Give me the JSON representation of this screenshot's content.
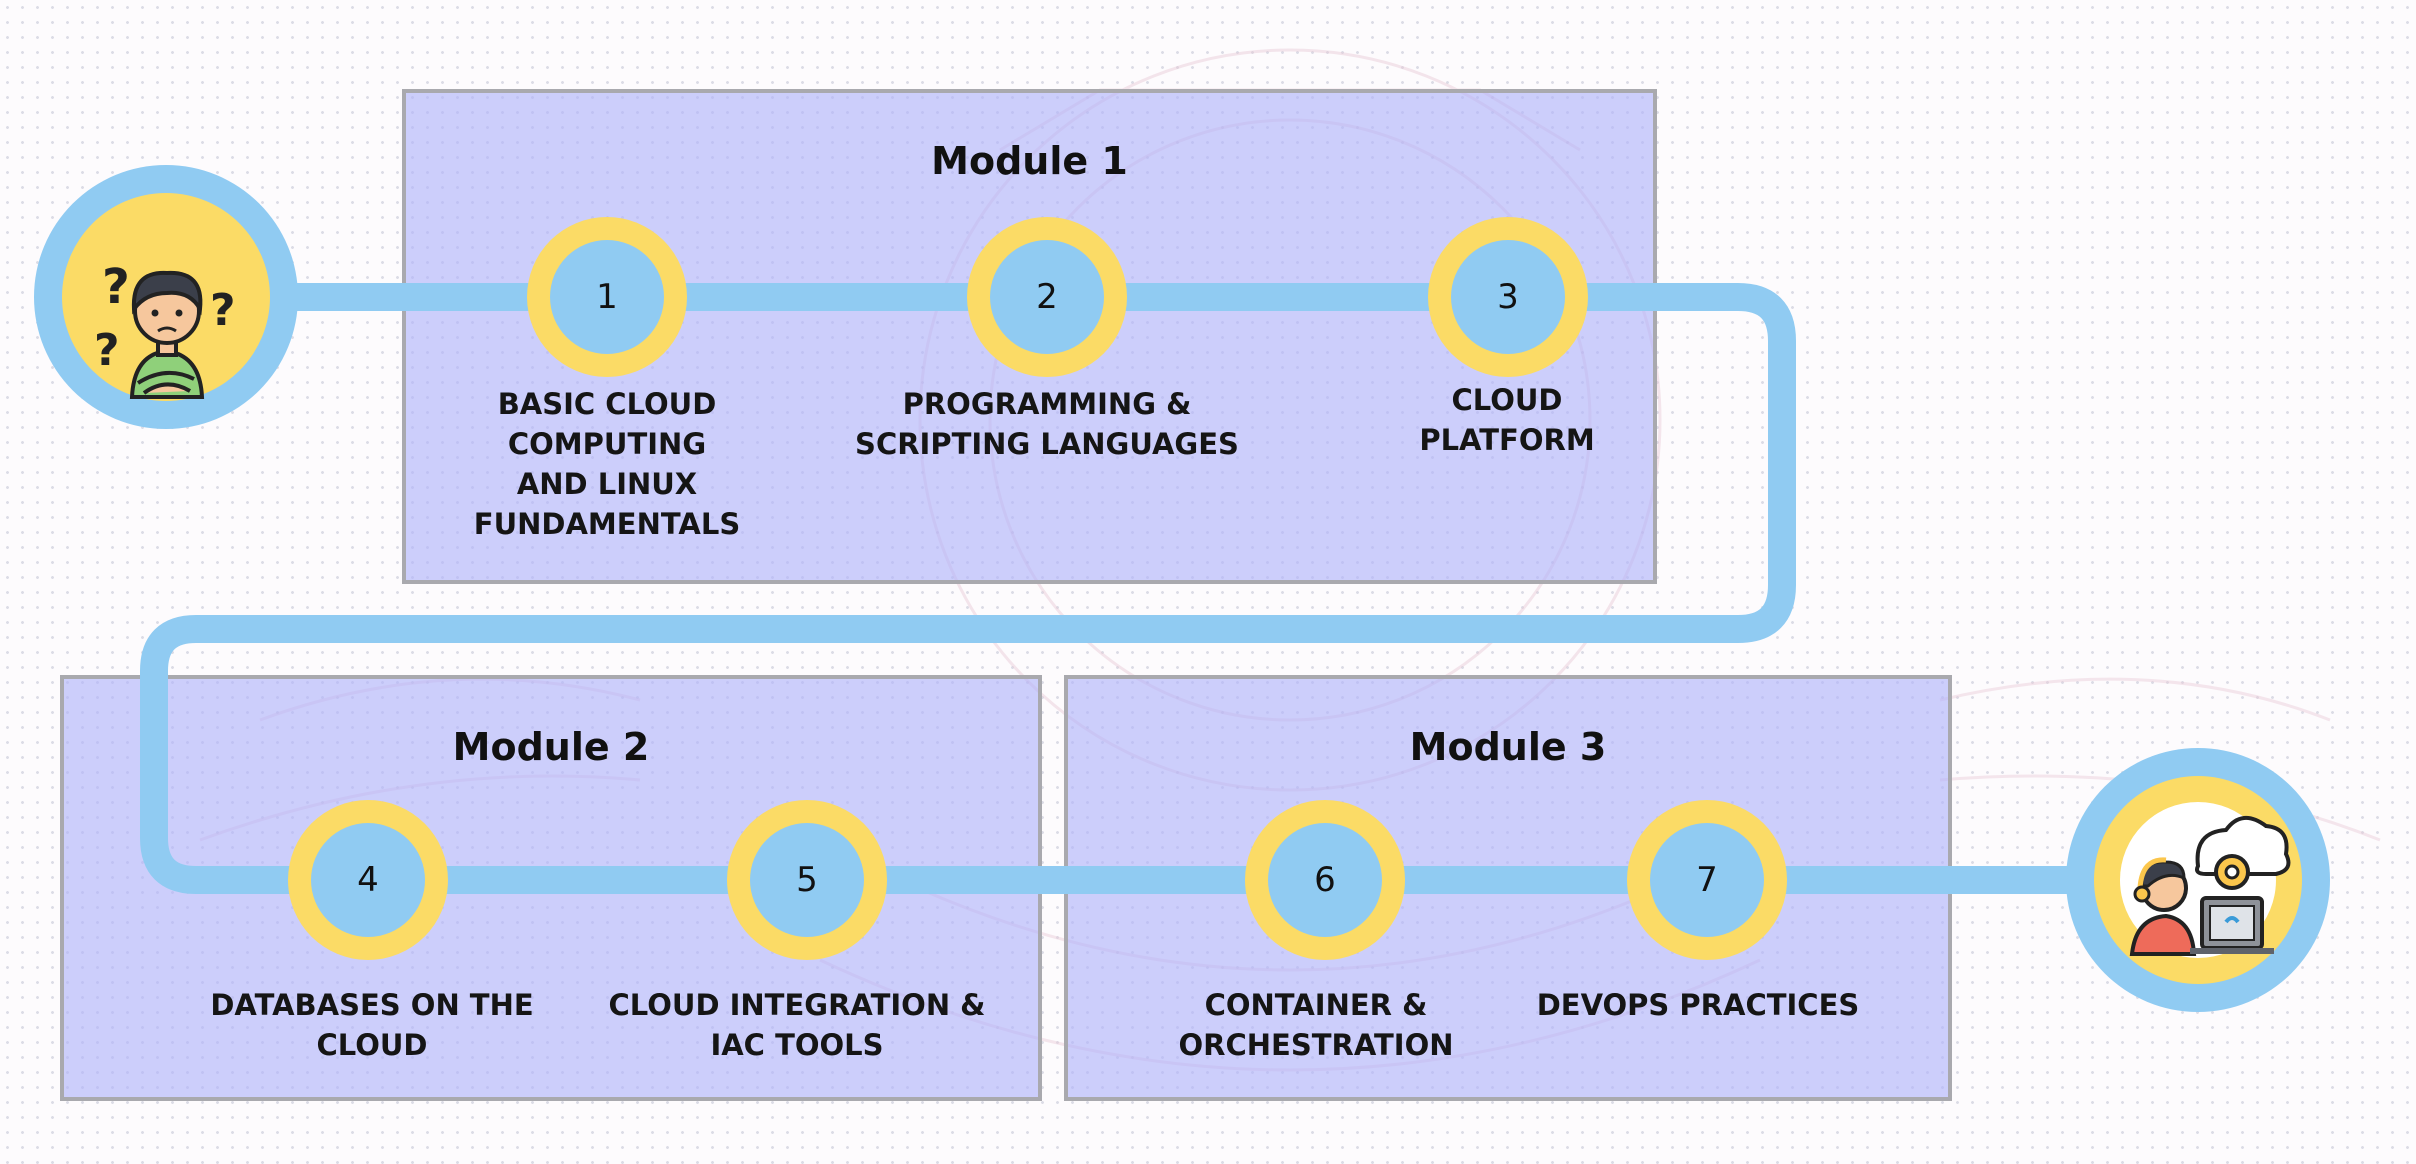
{
  "modules": [
    {
      "title": "Module 1"
    },
    {
      "title": "Module 2"
    },
    {
      "title": "Module 3"
    }
  ],
  "steps": [
    {
      "number": "1",
      "label": "BASIC CLOUD\nCOMPUTING\nAND LINUX\nFUNDAMENTALS"
    },
    {
      "number": "2",
      "label": "PROGRAMMING &\nSCRIPTING LANGUAGES"
    },
    {
      "number": "3",
      "label": "CLOUD\nPLATFORM"
    },
    {
      "number": "4",
      "label": "DATABASES ON THE\nCLOUD"
    },
    {
      "number": "5",
      "label": "CLOUD INTEGRATION &\nIAC TOOLS"
    },
    {
      "number": "6",
      "label": "CONTAINER &\nORCHESTRATION"
    },
    {
      "number": "7",
      "label": "DEVOPS PRACTICES"
    }
  ],
  "start_icon": "confused-person-icon",
  "end_icon": "cloud-engineer-icon",
  "colors": {
    "path": "#90cbf2",
    "node_ring": "#fbdb66",
    "node_core": "#90cbf2",
    "module_fill": "#afb2fa",
    "module_border": "#a9a9ae"
  }
}
